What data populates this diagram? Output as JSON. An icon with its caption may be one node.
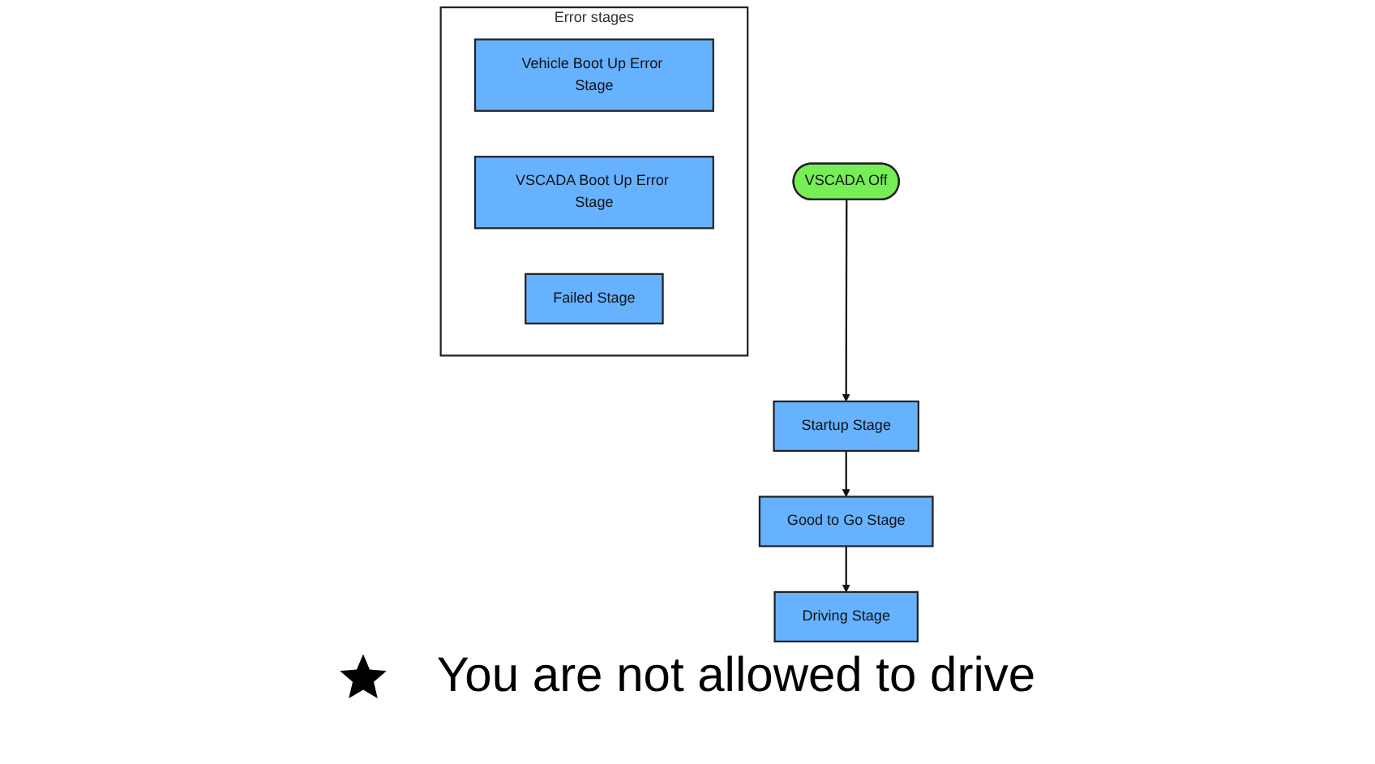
{
  "diagram": {
    "nodes": [
      {
        "text": [
          "VSCADA Off"
        ]
      },
      {
        "text": [
          "Startup Stage"
        ]
      },
      {
        "text": [
          "Good to Go Stage"
        ]
      },
      {
        "text": [
          "Driving Stage"
        ]
      },
      {
        "text": [
          "Error stages"
        ]
      },
      {
        "text": [
          "Vehicle Boot Up Error Stage"
        ],
        "in": 4
      },
      {
        "text": [
          "VSCADA Boot Up Error Stage"
        ],
        "in": 4
      },
      {
        "text": [
          "Failed Stage"
        ],
        "in": 4
      }
    ],
    "edges": [
      {
        "from": 0,
        "to": 1,
        "arrow": "to"
      },
      {
        "from": 1,
        "to": 2,
        "arrow": "to"
      },
      {
        "from": 2,
        "to": 3,
        "arrow": "to"
      }
    ],
    "labels": [
      "You are not allowed to drive"
    ]
  }
}
